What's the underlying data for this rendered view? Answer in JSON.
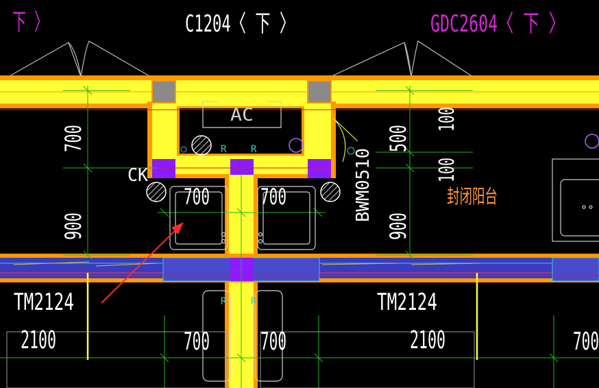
{
  "colors": {
    "background": "#000000",
    "wall_fill": "#ffff33",
    "wall_outline": "#ff9900",
    "column_gray": "#8a8a8a",
    "column_purple": "#8a1cff",
    "dimension_green": "#1fb81f",
    "text_white": "#ffffff",
    "text_magenta": "#d926d9",
    "text_orange": "#ff9933",
    "window_band_blue": "#3b3bbf",
    "cyan": "#33cccc",
    "arrow_red": "#ff2a2a",
    "red_line": "#e01818",
    "gray_line": "#9a9a9a"
  },
  "labels": {
    "top_left_fragment": "下 〉",
    "window_c1204": "C1204〈  下 〉",
    "window_gdc2604": "GDC2604〈  下 〉",
    "ac": "AC",
    "ck": "CK",
    "bwm": "BWM0510",
    "balcony": "封闭阳台",
    "door_left": "TM2124",
    "door_right": "TM2124",
    "dim_left_width": "2100",
    "dim_right_width": "2100",
    "dim_bottom_left_700": "700",
    "dim_bottom_mid_700": "700",
    "dim_bottom_right_700": "700",
    "dim_inner_left_700": "700",
    "dim_inner_right_700": "700",
    "dim_left_vert_700": "700",
    "dim_left_vert_900": "900",
    "dim_right_vert_500": "500",
    "dim_right_vert_900": "900",
    "dim_far_right_100a": "100",
    "dim_far_right_100b": "100",
    "pipe_tag_a": "R",
    "pipe_tag_b": "R",
    "pipe_tag_c": "R",
    "pipe_tag_d": "R"
  },
  "icons": {
    "pipe": "hatched-circle-icon",
    "door_swing": "door-swing-arc-icon",
    "toilet": "toilet-fixture-icon",
    "pointer": "red-arrow-icon"
  }
}
